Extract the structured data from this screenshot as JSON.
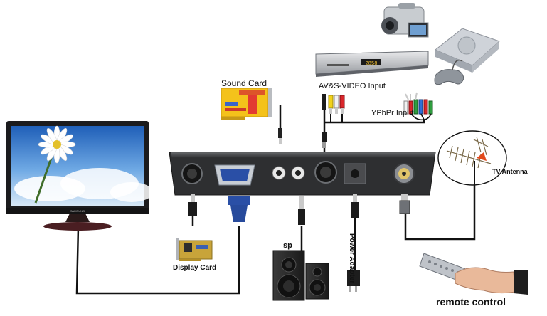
{
  "labels": {
    "sound_card": "Sound Card",
    "av_svideo": "AV&S-VIDEO Input",
    "ypbpr": "YPbPr Input",
    "tv_antenna": "TV Antenna",
    "speakers": "sp",
    "display_card": "Display Card",
    "power_adapter": "Power Adapter",
    "remote_control": "remote control"
  },
  "monitor": {
    "brand": "SAMSUNG"
  },
  "colors": {
    "cable": "#111111",
    "box_body": "#2e2f31",
    "vga_blue": "#2a4fa6",
    "rca_yellow": "#f2d21a",
    "rca_white": "#f2f2f2",
    "rca_red": "#d9262b",
    "rca_green": "#2f9e3f",
    "rca_blue": "#2f6fd6",
    "sound_card_pcb": "#f4c21b",
    "sky": "#2f7fd2"
  }
}
